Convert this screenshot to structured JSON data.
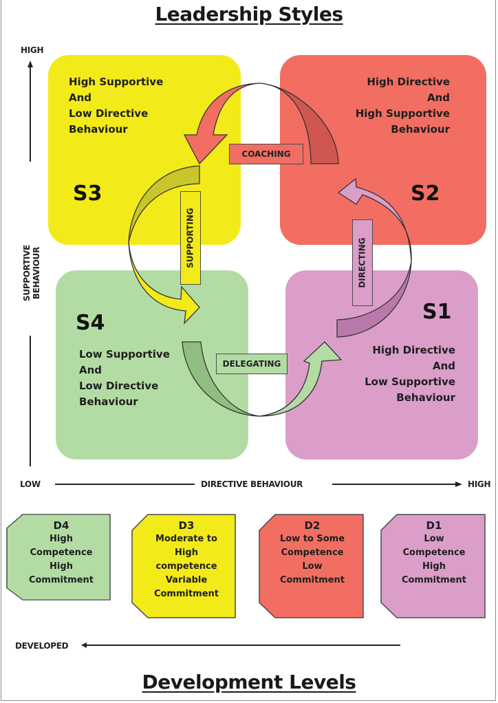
{
  "title_top": "Leadership Styles",
  "title_bottom": "Development Levels",
  "colors": {
    "yellow": "#f3ea1a",
    "red": "#f26e62",
    "green": "#b3dca4",
    "purple": "#da9ec9"
  },
  "vertical_axis": {
    "label": "SUPPORTIVE BEHAVIOUR",
    "high": "HIGH",
    "low": "LOW"
  },
  "horizontal_axis": {
    "label": "DIRECTIVE BEHAVIOUR",
    "low": "LOW",
    "high": "HIGH"
  },
  "quadrants": {
    "s3": {
      "id": "S3",
      "lines": [
        "High Supportive",
        "And",
        "Low Directive",
        "Behaviour"
      ]
    },
    "s2": {
      "id": "S2",
      "lines": [
        "High Directive",
        "And",
        "High Supportive",
        "Behaviour"
      ]
    },
    "s4": {
      "id": "S4",
      "lines": [
        "Low Supportive",
        "And",
        "Low Directive",
        "Behaviour"
      ]
    },
    "s1": {
      "id": "S1",
      "lines": [
        "High Directive",
        "And",
        "Low Supportive",
        "Behaviour"
      ]
    }
  },
  "transitions": {
    "coaching": "COACHING",
    "supporting": "SUPPORTING",
    "delegating": "DELEGATING",
    "directing": "DIRECTING"
  },
  "development_levels": [
    {
      "id": "D4",
      "lines": [
        "High",
        "Competence",
        "High",
        "Commitment"
      ],
      "color": "#b3dca4"
    },
    {
      "id": "D3",
      "lines": [
        "Moderate to",
        "High",
        "competence",
        "Variable",
        "Commitment"
      ],
      "color": "#f3ea1a"
    },
    {
      "id": "D2",
      "lines": [
        "Low to Some",
        "Competence",
        "Low",
        "Commitment"
      ],
      "color": "#f26e62"
    },
    {
      "id": "D1",
      "lines": [
        "Low",
        "Competence",
        "High",
        "Commitment"
      ],
      "color": "#da9ec9"
    }
  ],
  "development_axis": {
    "label": "DEVELOPED"
  }
}
